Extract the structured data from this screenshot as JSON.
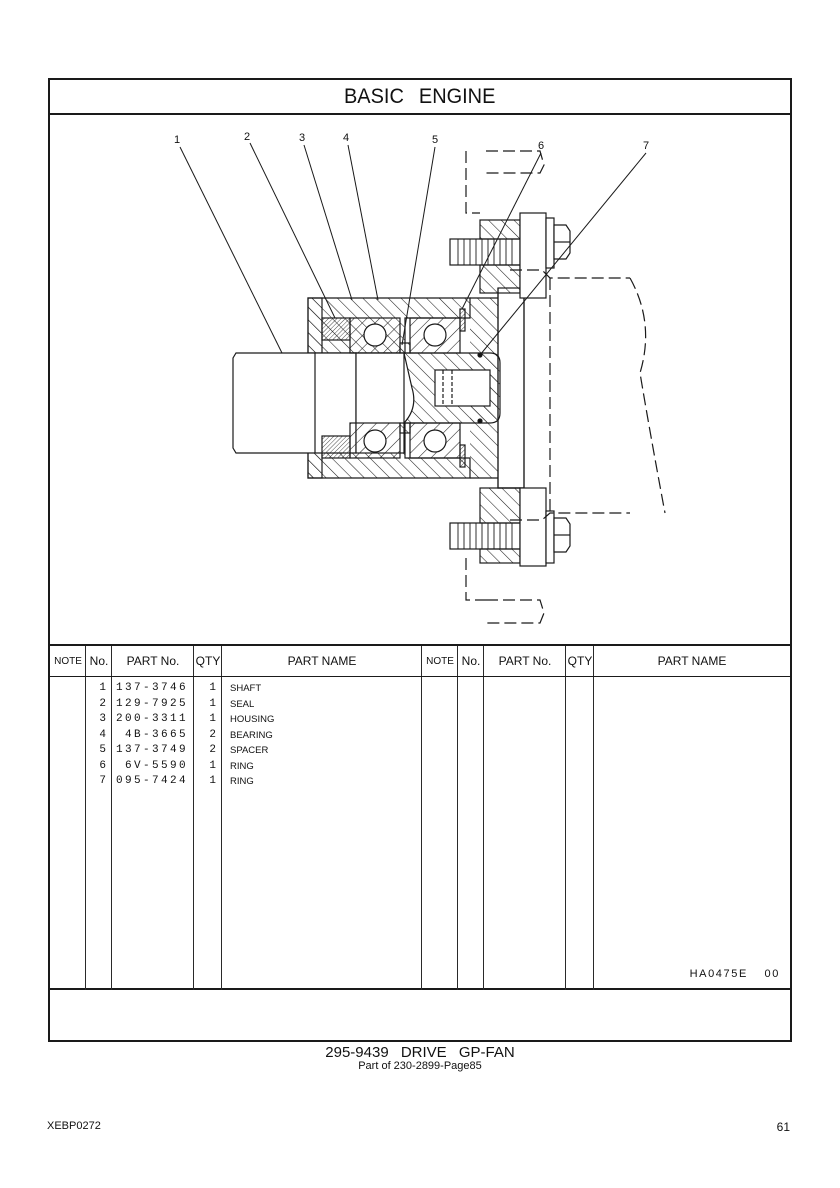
{
  "header": {
    "title": "BASIC ENGINE"
  },
  "drawing": {
    "callouts": [
      "1",
      "2",
      "3",
      "4",
      "5",
      "6",
      "7"
    ]
  },
  "table": {
    "headers": {
      "note": "NOTE",
      "no": "No.",
      "part_no": "PART No.",
      "qty": "QTY",
      "part_name": "PART NAME"
    },
    "rows": [
      {
        "no": "1",
        "part_no": "137-3746",
        "qty": "1",
        "part_name": "SHAFT"
      },
      {
        "no": "2",
        "part_no": "129-7925",
        "qty": "1",
        "part_name": "SEAL"
      },
      {
        "no": "3",
        "part_no": "200-3311",
        "qty": "1",
        "part_name": "HOUSING"
      },
      {
        "no": "4",
        "part_no": "4B-3665",
        "qty": "2",
        "part_name": "BEARING"
      },
      {
        "no": "5",
        "part_no": "137-3749",
        "qty": "2",
        "part_name": "SPACER"
      },
      {
        "no": "6",
        "part_no": "6V-5590",
        "qty": "1",
        "part_name": "RING"
      },
      {
        "no": "7",
        "part_no": "095-7424",
        "qty": "1",
        "part_name": "RING"
      }
    ],
    "footer_code": "HA0475E 00"
  },
  "caption": {
    "main": "295-9439 DRIVE GP-FAN",
    "sub": "Part of 230-2899-Page85"
  },
  "page": {
    "doc_id": "XEBP0272",
    "number": "61"
  }
}
